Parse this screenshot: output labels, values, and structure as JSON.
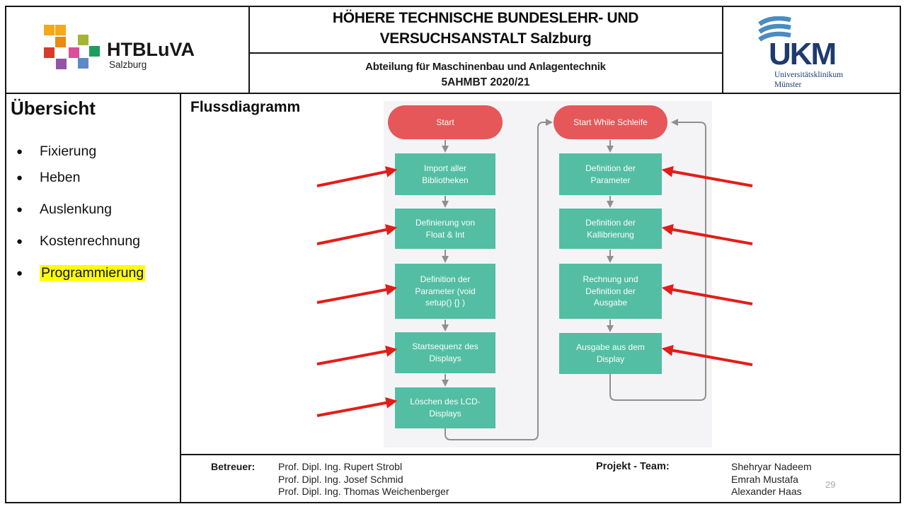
{
  "header": {
    "logo_htbluva": {
      "name": "HTBLuVA",
      "city": "Salzburg"
    },
    "title_line1": "HÖHERE TECHNISCHE BUNDESLEHR- UND",
    "title_line2": "VERSUCHSANSTALT Salzburg",
    "department": "Abteilung für Maschinenbau  und Anlagentechnik",
    "class_term": "5AHMBT 2020/21",
    "logo_ukm": {
      "name": "UKM",
      "subtitle_line1": "Universitätsklinikum",
      "subtitle_line2": "Münster"
    }
  },
  "sidebar": {
    "title": "Übersicht",
    "items": [
      {
        "label": "Fixierung",
        "highlighted": false
      },
      {
        "label": "Heben",
        "highlighted": false
      },
      {
        "label": "Auslenkung",
        "highlighted": false
      },
      {
        "label": "Kostenrechnung",
        "highlighted": false
      },
      {
        "label": "Programmierung",
        "highlighted": true
      }
    ]
  },
  "content": {
    "title": "Flussdiagramm",
    "flowchart": {
      "left_column": [
        {
          "label": "Start",
          "type": "terminator"
        },
        {
          "label": "Import aller Bibliotheken",
          "type": "process"
        },
        {
          "label": "Definierung von Float & Int",
          "type": "process"
        },
        {
          "label": "Definition der Parameter (void setup() {} )",
          "type": "process"
        },
        {
          "label": "Startsequenz des Displays",
          "type": "process"
        },
        {
          "label": "Löschen des LCD-Displays",
          "type": "process"
        }
      ],
      "right_column": [
        {
          "label": "Start While Schleife",
          "type": "terminator"
        },
        {
          "label": "Definition der Parameter",
          "type": "process"
        },
        {
          "label": "Definition der Kallibrierung",
          "type": "process"
        },
        {
          "label": "Rechnung und Definition der Ausgabe",
          "type": "process"
        },
        {
          "label": "Ausgabe aus dem Display",
          "type": "process"
        }
      ],
      "loops": [
        "Löschen des LCD-Displays -> Start While Schleife",
        "Ausgabe aus dem Display -> Start While Schleife"
      ]
    }
  },
  "footer": {
    "supervisors_label": "Betreuer:",
    "supervisors": [
      "Prof. Dipl. Ing. Rupert Strobl",
      "Prof. Dipl. Ing. Josef Schmid",
      "Prof. Dipl. Ing. Thomas Weichenberger"
    ],
    "team_label": "Projekt - Team:",
    "team": [
      "Shehryar Nadeem",
      "Emrah Mustafa",
      "Alexander Haas"
    ],
    "page_number": "29"
  },
  "colors": {
    "process_box": "#53BEA3",
    "terminator_pill": "#E65759",
    "connector_gray": "#8F8F8F",
    "pointer_arrow_red": "#E31D18",
    "highlight_yellow": "#FFFF00",
    "flowchart_background": "#F4F4F6",
    "ukm_navy": "#1F3B6D",
    "ukm_wave_blue": "#4A8CC2",
    "page_number_gray": "#A9A9A9",
    "htbluva_squares": [
      "#F6A81C",
      "#F6A81C",
      "#EA8A10",
      "#A4B437",
      "#D93A2B",
      "#DD4D9B",
      "#1E9E5B",
      "#9355A3",
      "#5F88C8"
    ]
  }
}
